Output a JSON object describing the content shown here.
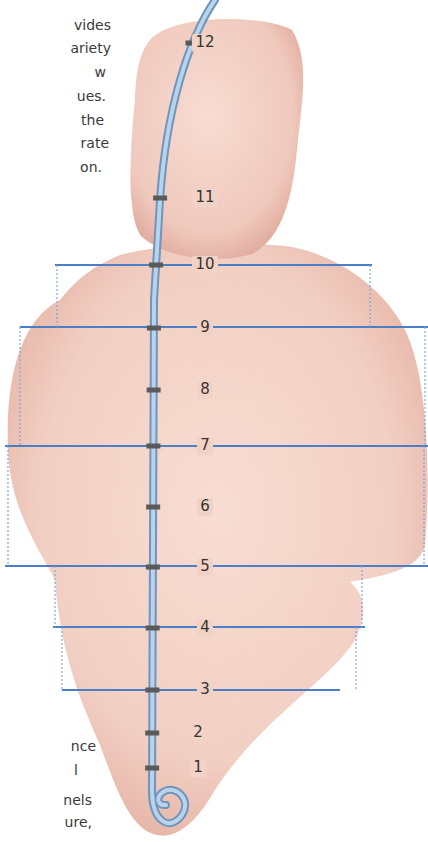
{
  "diagram": {
    "labels": [
      "vides",
      "12",
      "ariety",
      "w",
      "ues.",
      "the",
      "rate",
      "on.",
      "11",
      "10",
      "9",
      "8",
      "7",
      "6",
      "5",
      "4",
      "3",
      "2",
      "nce",
      "1",
      "l",
      "nels",
      "ure,"
    ]
  }
}
